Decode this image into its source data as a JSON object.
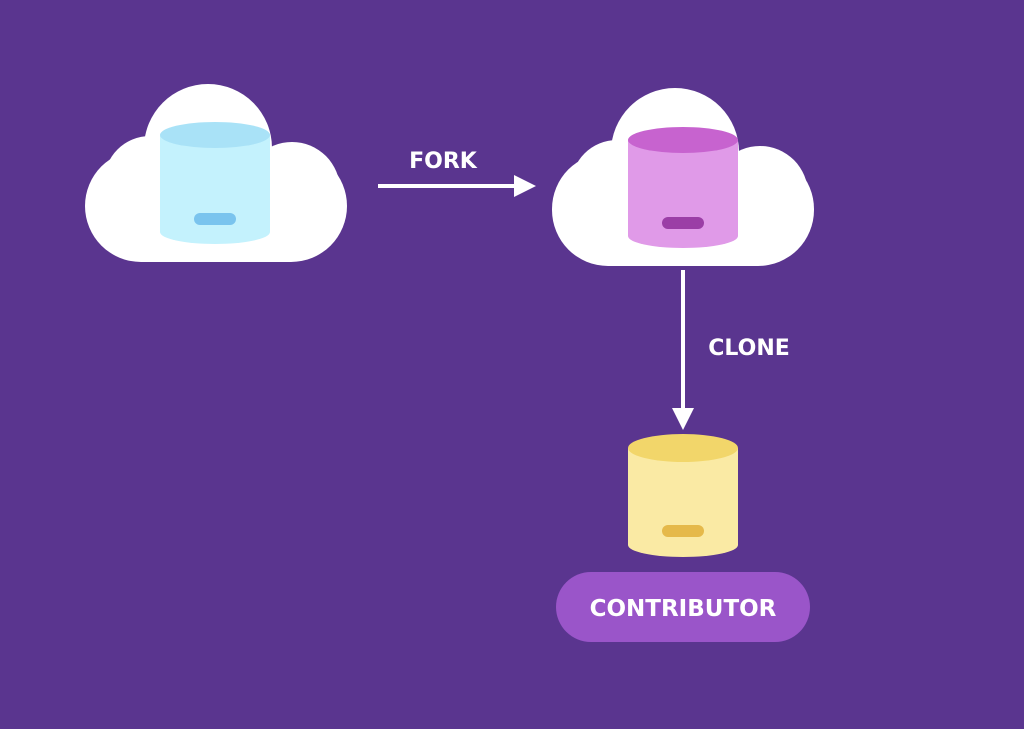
{
  "background_color": "#5a358f",
  "nodes": {
    "upstream": {
      "icon": "cloud-database-icon",
      "db_color": "#c4f2fd",
      "db_top_color": "#a9e2f7",
      "db_slot_color": "#7ac4ee"
    },
    "fork": {
      "icon": "cloud-database-icon",
      "db_color": "#e09ae8",
      "db_top_color": "#c763cf",
      "db_slot_color": "#9b3ea6"
    },
    "local": {
      "icon": "database-icon",
      "db_color": "#faeaa4",
      "db_top_color": "#f2d66a",
      "db_slot_color": "#e5b94a"
    }
  },
  "edges": {
    "fork_label": "FORK",
    "clone_label": "CLONE"
  },
  "contributor": {
    "label": "CONTRIBUTOR",
    "color": "#9a55c9"
  }
}
